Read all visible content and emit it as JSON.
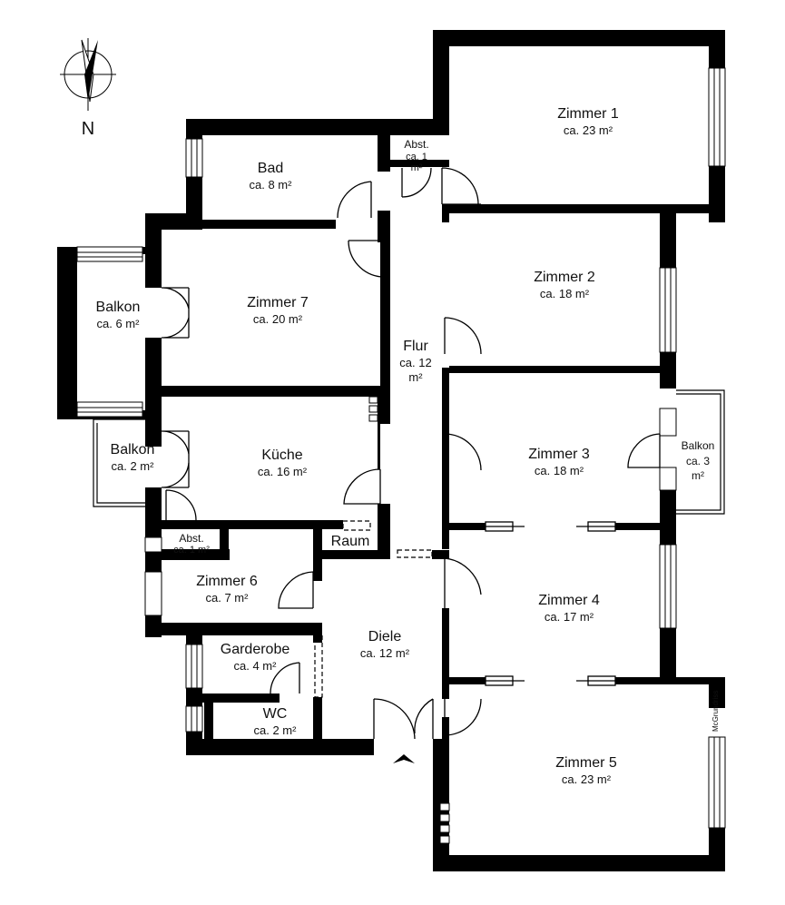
{
  "compass": {
    "label": "N"
  },
  "brand": {
    "text": "McGrundriss"
  },
  "rooms": {
    "zimmer1": {
      "name": "Zimmer 1",
      "area": "ca. 23 m²"
    },
    "zimmer2": {
      "name": "Zimmer 2",
      "area": "ca. 18 m²"
    },
    "zimmer3": {
      "name": "Zimmer 3",
      "area": "ca. 18 m²"
    },
    "zimmer4": {
      "name": "Zimmer 4",
      "area": "ca. 17 m²"
    },
    "zimmer5": {
      "name": "Zimmer 5",
      "area": "ca. 23 m²"
    },
    "zimmer6": {
      "name": "Zimmer 6",
      "area": "ca. 7 m²"
    },
    "zimmer7": {
      "name": "Zimmer 7",
      "area": "ca. 20 m²"
    },
    "bad": {
      "name": "Bad",
      "area": "ca. 8 m²"
    },
    "abst_top": {
      "name": "Abst.",
      "area1": "ca. 1",
      "area2": "m²"
    },
    "abst_small": {
      "name": "Abst.",
      "area": "ca. 1 m²"
    },
    "balkon_west_big": {
      "name": "Balkon",
      "area": "ca. 6 m²"
    },
    "balkon_west_small": {
      "name": "Balkon",
      "area": "ca. 2 m²"
    },
    "balkon_east": {
      "name": "Balkon",
      "area1": "ca. 3",
      "area2": "m²"
    },
    "kueche": {
      "name": "Küche",
      "area": "ca. 16 m²"
    },
    "flur": {
      "name": "Flur",
      "area1": "ca. 12",
      "area2": "m²"
    },
    "raum": {
      "name": "Raum"
    },
    "diele": {
      "name": "Diele",
      "area": "ca. 12 m²"
    },
    "garderobe": {
      "name": "Garderobe",
      "area": "ca. 4 m²"
    },
    "wc": {
      "name": "WC",
      "area": "ca. 2 m²"
    }
  }
}
